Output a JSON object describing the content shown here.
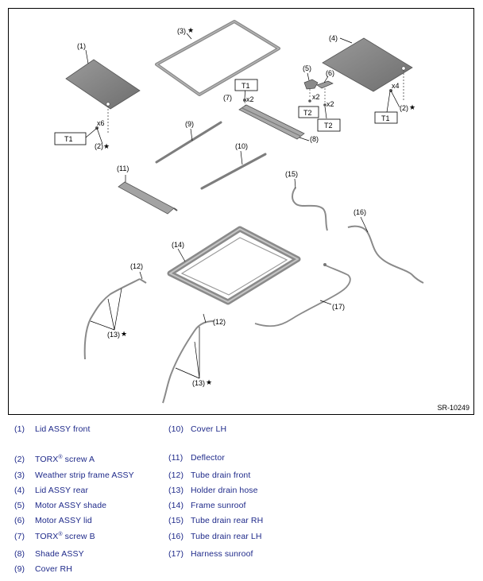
{
  "figure": {
    "code": "SR-10249",
    "callouts": {
      "c1": "(1)",
      "c2a": "(2)",
      "c2b": "(2)",
      "c3": "(3)",
      "c4": "(4)",
      "c5": "(5)",
      "c6": "(6)",
      "c7": "(7)",
      "c8": "(8)",
      "c9": "(9)",
      "c10": "(10)",
      "c11": "(11)",
      "c12a": "(12)",
      "c12b": "(12)",
      "c13a": "(13)",
      "c13b": "(13)",
      "c14": "(14)",
      "c15": "(15)",
      "c16": "(16)",
      "c17": "(17)"
    },
    "star": "★",
    "torque_labels": {
      "t1a": "T1",
      "t1b": "T1",
      "t1c": "T1",
      "t2a": "T2",
      "t2b": "T2"
    },
    "qty_labels": {
      "x6": "x6",
      "x4": "x4",
      "x2a": "x2",
      "x2b": "x2",
      "x2c": "x2"
    }
  },
  "legend": {
    "left": [
      {
        "num": "(1)",
        "label": "Lid ASSY front"
      },
      {
        "num": "(2)",
        "label": "TORX",
        "sup": "®",
        "suffix": " screw A"
      },
      {
        "num": "(3)",
        "label": "Weather strip frame ASSY"
      },
      {
        "num": "(4)",
        "label": "Lid ASSY rear"
      },
      {
        "num": "(5)",
        "label": "Motor ASSY shade"
      },
      {
        "num": "(6)",
        "label": "Motor ASSY lid"
      },
      {
        "num": "(7)",
        "label": "TORX",
        "sup": "®",
        "suffix": " screw B"
      },
      {
        "num": "(8)",
        "label": "Shade ASSY"
      },
      {
        "num": "(9)",
        "label": "Cover RH"
      }
    ],
    "right": [
      {
        "num": "(10)",
        "label": "Cover LH"
      },
      {
        "num": "(11)",
        "label": "Deflector"
      },
      {
        "num": "(12)",
        "label": "Tube drain front"
      },
      {
        "num": "(13)",
        "label": "Holder drain hose"
      },
      {
        "num": "(14)",
        "label": "Frame sunroof"
      },
      {
        "num": "(15)",
        "label": "Tube drain rear RH"
      },
      {
        "num": "(16)",
        "label": "Tube drain rear LH"
      },
      {
        "num": "(17)",
        "label": "Harness sunroof"
      }
    ]
  }
}
